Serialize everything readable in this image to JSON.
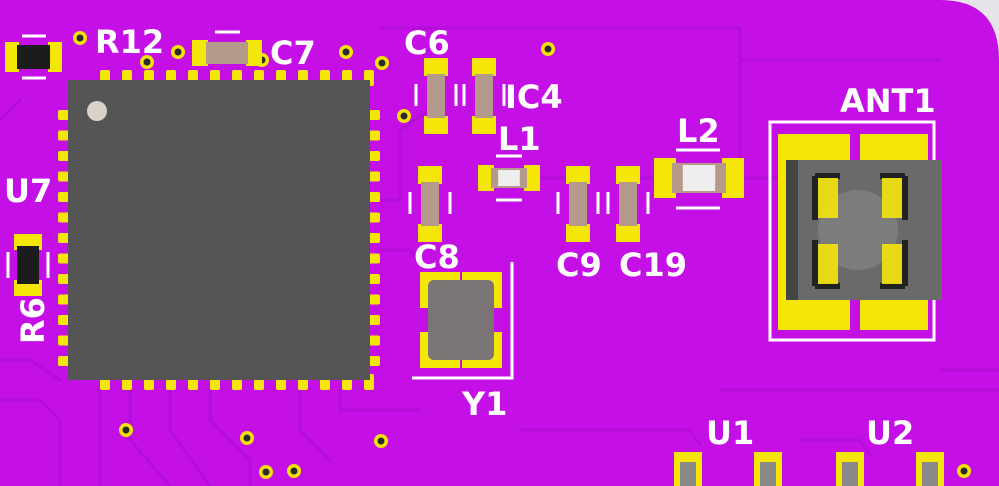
{
  "colors": {
    "board": "#c410e6",
    "board_dark": "#a80cc8",
    "trace": "#b40ed8",
    "pad": "#f5e60a",
    "pad_highlight": "#fff36a",
    "silkscreen": "#ffffff",
    "ic_body": "#555555",
    "cap_body": "#b59a8c",
    "res_body": "#1c1c1c",
    "crystal_body": "#7a7474",
    "connector_body": "#6a6a6a",
    "via_ring": "#f2e20a",
    "via_hole": "#2a2a2a",
    "background": "#e6e6ea"
  },
  "labels": {
    "r12": "R12",
    "c7": "C7",
    "c6": "C6",
    "ic4": "IC4",
    "l1": "L1",
    "l2": "L2",
    "ant1": "ANT1",
    "u7": "U7",
    "r6": "R6",
    "c8": "C8",
    "c9": "C9",
    "c19": "C19",
    "y1": "Y1",
    "u1": "U1",
    "u2": "U2"
  }
}
